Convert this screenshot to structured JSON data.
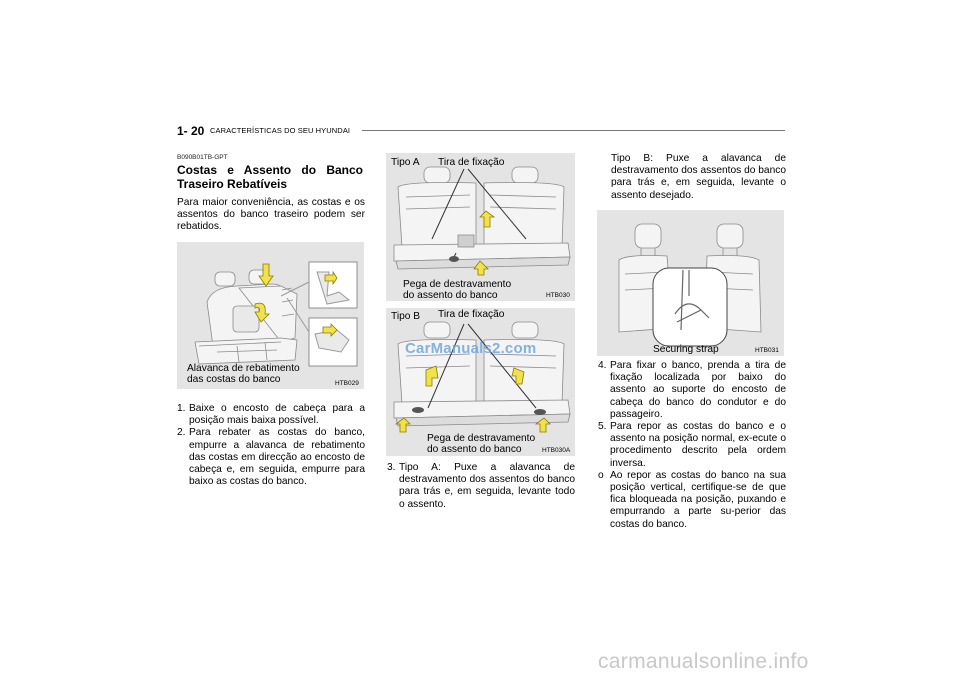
{
  "header": {
    "page_number": "1- 20",
    "section_title": "CARACTERÍSTICAS DO SEU HYUNDAI"
  },
  "section": {
    "code": "B090B01TB-GPT",
    "heading_lines": [
      "Costas e Assento do Banco",
      "Traseiro Rebatíveis"
    ],
    "intro": "Para maior conveniência, as costas e os assentos do banco traseiro podem ser rebatidos."
  },
  "figures": {
    "htb029": {
      "code": "HTB029",
      "label_lines": [
        "Alavanca de rebatimento",
        "das costas do banco"
      ]
    },
    "htb030": {
      "code": "HTB030",
      "type_label": "Tipo A",
      "strap_label": "Tira de fixação",
      "release_lines": [
        "Pega de destravamento",
        "do assento do banco"
      ]
    },
    "htb030a": {
      "code": "HTB030A",
      "type_label": "Tipo B",
      "strap_label": "Tira de fixação",
      "release_lines": [
        "Pega de destravamento",
        "do assento do banco"
      ]
    },
    "htb031": {
      "code": "HTB031",
      "strap_label": "Securing strap"
    }
  },
  "watermark": "CarManuals2.com",
  "footer_watermark": "carmanualsonline.info",
  "col1_steps": [
    {
      "marker": "1.",
      "text": "Baixe o encosto de cabeça para a posição mais baixa possível."
    },
    {
      "marker": "2.",
      "text": "Para rebater as costas do banco, empurre a alavanca de rebatimento das costas em direcção ao encosto de cabeça e, em seguida, empurre para baixo as costas do banco."
    }
  ],
  "col2_steps": [
    {
      "marker": "3.",
      "text": "Tipo A: Puxe a alavanca de destravamento dos assentos do banco para trás e, em seguida, levante todo o assento."
    }
  ],
  "col3_top": "Tipo B: Puxe a alavanca de destravamento dos assentos do banco para trás e, em seguida, levante o assento desejado.",
  "col3_steps": [
    {
      "marker": "4.",
      "text": "Para fixar o banco, prenda a tira de fixação localizada por baixo do assento ao suporte do encosto de cabeça do banco do condutor e do passageiro."
    },
    {
      "marker": "5.",
      "text": "Para repor as costas do banco e o assento na posição normal, ex-ecute o procedimento descrito pela ordem inversa."
    },
    {
      "marker": "o",
      "text": "Ao repor as costas do banco na sua posição vertical, certifique-se de que fica bloqueada na posição, puxando e empurrando a parte su-perior das costas do banco."
    }
  ],
  "colors": {
    "arrow": "#f2e24a",
    "figure_bg": "#e4e4e4",
    "seat_line": "#8a8a8a"
  }
}
